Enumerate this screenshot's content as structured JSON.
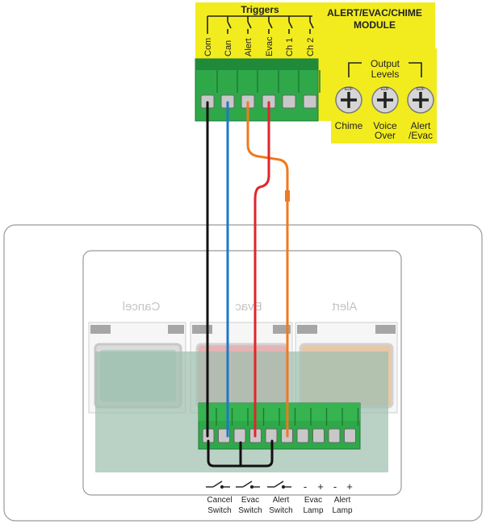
{
  "module": {
    "triggers_title": "Triggers",
    "title_line1": "ALERT/EVAC/CHIME",
    "title_line2": "MODULE",
    "terminal_labels": [
      "Com",
      "Can",
      "Alert",
      "Evac",
      "Ch 1",
      "Ch 2"
    ],
    "output_levels_line1": "Output",
    "output_levels_line2": "Levels",
    "pot_labels": [
      {
        "line1": "Chime",
        "line2": ""
      },
      {
        "line1": "Voice",
        "line2": "Over"
      },
      {
        "line1": "Alert",
        "line2": "/Evac"
      }
    ],
    "pot_text": "EDF"
  },
  "panel": {
    "button_labels": [
      "Cancel",
      "Evac",
      "Alert"
    ]
  },
  "bottom": {
    "switch_labels": [
      {
        "line1": "Cancel",
        "line2": "Switch"
      },
      {
        "line1": "Evac",
        "line2": "Switch"
      },
      {
        "line1": "Alert",
        "line2": "Switch"
      }
    ],
    "lamp_labels": [
      {
        "line1": "Evac",
        "line2": "Lamp"
      },
      {
        "line1": "Alert",
        "line2": "Lamp"
      }
    ],
    "polarity": [
      "-",
      "+",
      "-",
      "+"
    ]
  },
  "colors": {
    "module_bg": "#f2ec1f",
    "terminal_green": "#2fa84a",
    "wire_black": "#111111",
    "wire_blue": "#1e78c8",
    "wire_orange": "#f07a1e",
    "wire_red": "#e0262a"
  }
}
